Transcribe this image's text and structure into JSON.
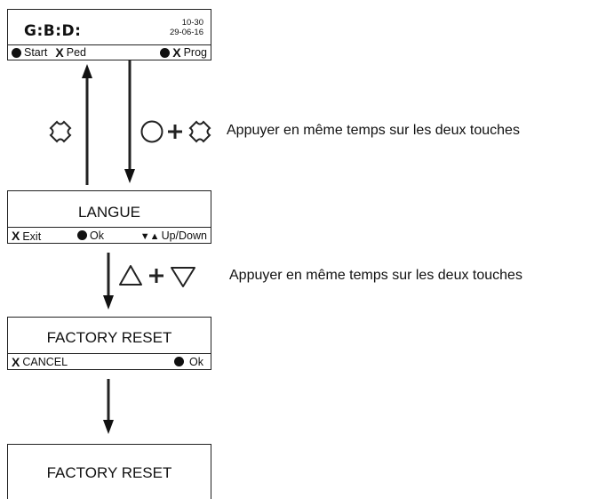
{
  "home_screen": {
    "logo": "G:B:D:",
    "version": "10-30",
    "date": "29-06-16",
    "footer": {
      "start": "Start",
      "ped": "Ped",
      "prog": "Prog"
    }
  },
  "langue_screen": {
    "title": "LANGUE",
    "footer": {
      "exit": "Exit",
      "ok": "Ok",
      "updown": "Up/Down"
    }
  },
  "factory_reset_screen": {
    "title": "FACTORY RESET",
    "footer": {
      "cancel": "CANCEL",
      "ok": "Ok"
    }
  },
  "factory_reset_final": {
    "title": "FACTORY RESET"
  },
  "instructions": {
    "circle_plus_cross": "Appuyer en même temps sur les deux touches",
    "up_plus_down": "Appuyer en même temps sur les deux touches"
  },
  "colors": {
    "line": "#222222",
    "fill": "#111111",
    "background": "#ffffff"
  }
}
